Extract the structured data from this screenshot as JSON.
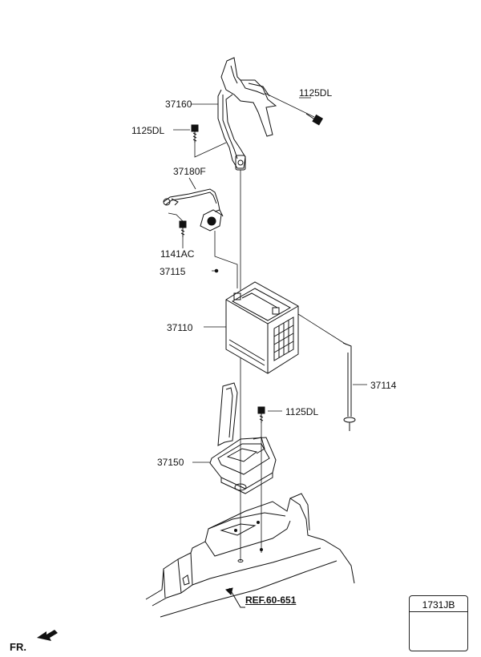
{
  "diagram": {
    "callouts": {
      "bracket_top": "37160",
      "bolt_upper_right": "1125DL",
      "bolt_upper_left": "1125DL",
      "cable": "37180F",
      "screw": "1141AC",
      "terminal_nut": "37115",
      "battery": "37110",
      "hold_rod": "37114",
      "bolt_tray": "1125DL",
      "tray": "37150"
    },
    "reference": "REF.60-651",
    "front_marker": "FR."
  },
  "legend": {
    "part_code": "1731JB"
  }
}
